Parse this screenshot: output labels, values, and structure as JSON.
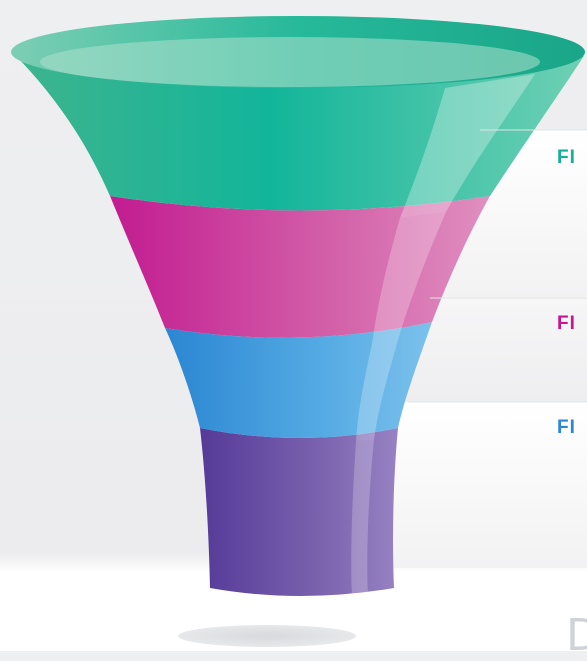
{
  "stages": [
    {
      "label": "FI",
      "color": "#12b094"
    },
    {
      "label": "FI",
      "color": "#c4178f"
    },
    {
      "label": "FI",
      "color": "#2a86d6"
    },
    {
      "label": "",
      "color": "#6a4aa6"
    }
  ],
  "corner_mark": "D"
}
